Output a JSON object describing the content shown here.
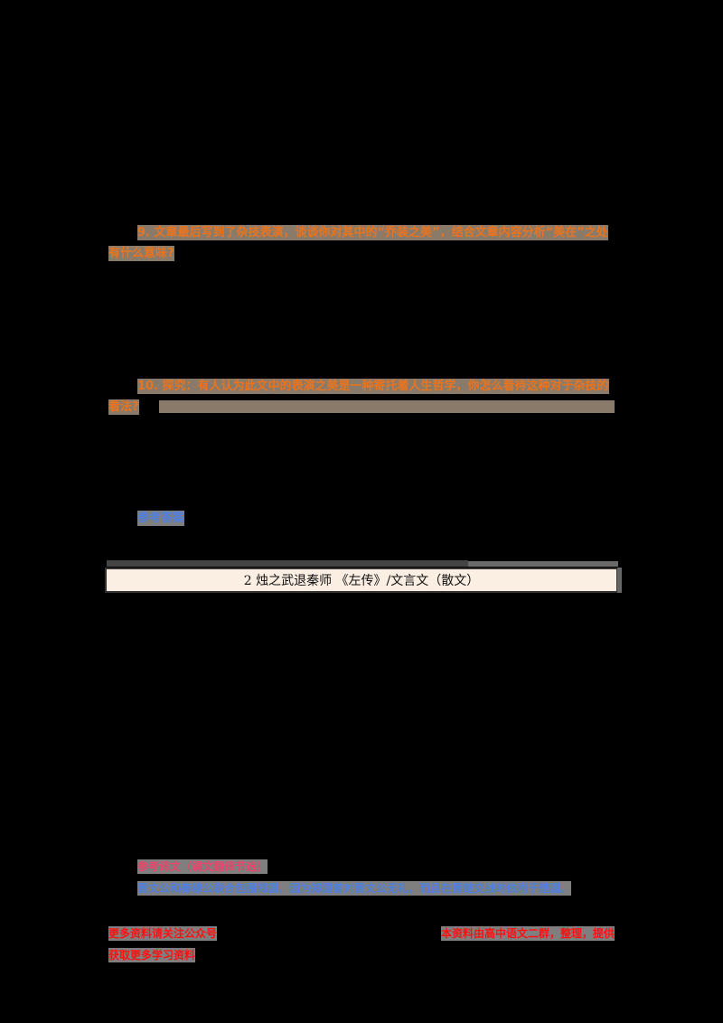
{
  "page": {
    "background": "#000000",
    "colors": {
      "orange_text": "#e8741f",
      "highlight_brown": "#8a7a6a",
      "blue_text": "#4f7fe0",
      "pink_text": "#e8456a",
      "red_text": "#ff1010",
      "title_box_bg": "#fbeee2"
    }
  },
  "question_9": {
    "line1": "9. 文章最后写到了杂技表演，谈谈你对其中的“乔装之美”，结合文章内容分析“美在”之处",
    "line2": "有什么意味?"
  },
  "question_10": {
    "line1": "10. 探究：有人认为此文中的表演之美是一种寄托着人生哲学，你怎么看待这种对于杂技的",
    "line2": "看法?"
  },
  "answer_label": "参考答案",
  "title_box": {
    "text": "2 烛之武退秦师 《左传》/文言文（散文）"
  },
  "section_pink": "参考译文（课文翻译节选）",
  "section_blue_line": "晋文公和秦穆公联合包围郑国，因为郑国曾对晋文公无礼，而且在晋楚交战时依附于楚国。",
  "footer": {
    "left_line1": "更多资料请关注公众号",
    "left_line2": "获取更多学习资料",
    "right": "本资料由高中语文二群，整理，提供"
  }
}
